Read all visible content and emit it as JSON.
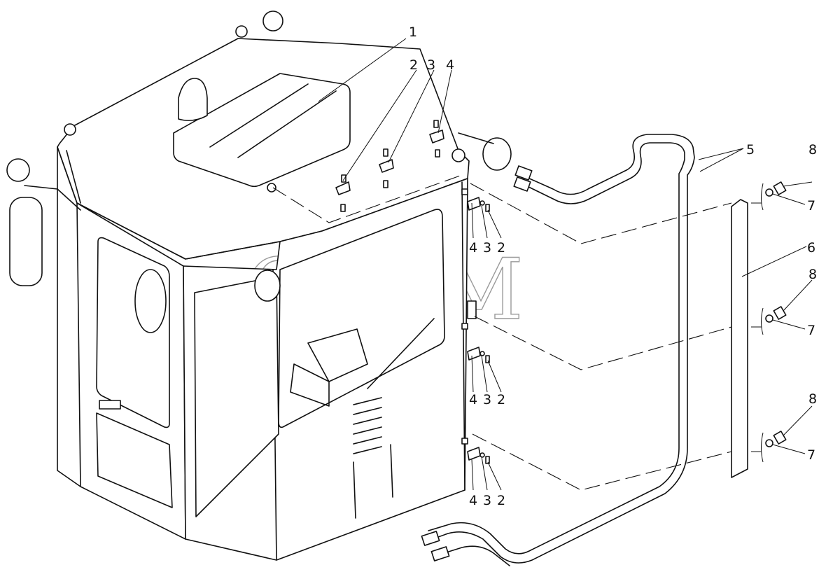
{
  "watermark": "CEJIM",
  "callouts": [
    {
      "id": "c1",
      "text": "1"
    },
    {
      "id": "c2a",
      "text": "2"
    },
    {
      "id": "c3a",
      "text": "3"
    },
    {
      "id": "c4a",
      "text": "4"
    },
    {
      "id": "c5",
      "text": "5"
    },
    {
      "id": "c6",
      "text": "6"
    },
    {
      "id": "c7a",
      "text": "7"
    },
    {
      "id": "c7b",
      "text": "7"
    },
    {
      "id": "c7c",
      "text": "7"
    },
    {
      "id": "c8a",
      "text": "8"
    },
    {
      "id": "c8b",
      "text": "8"
    },
    {
      "id": "c8c",
      "text": "8"
    },
    {
      "id": "c4b",
      "text": "4"
    },
    {
      "id": "c3b",
      "text": "3"
    },
    {
      "id": "c2b",
      "text": "2"
    },
    {
      "id": "c4c",
      "text": "4"
    },
    {
      "id": "c3c",
      "text": "3"
    },
    {
      "id": "c2c",
      "text": "2"
    },
    {
      "id": "c4d",
      "text": "4"
    },
    {
      "id": "c3d",
      "text": "3"
    },
    {
      "id": "c2d",
      "text": "2"
    }
  ],
  "colors": {
    "line": "#111111",
    "background": "#ffffff",
    "watermark": "#9a9a9a"
  }
}
